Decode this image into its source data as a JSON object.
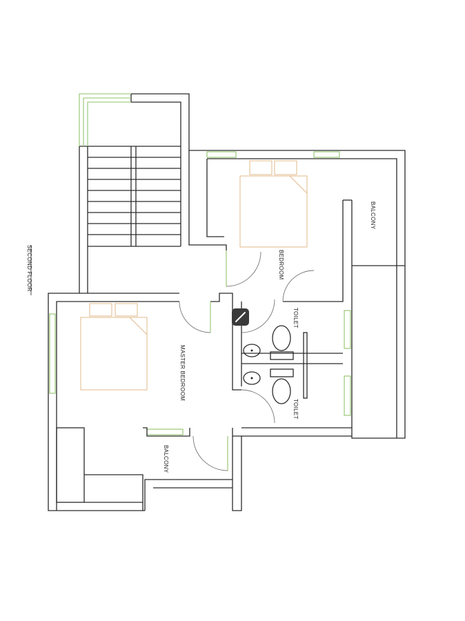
{
  "drawing": {
    "title": "SECOND FLOOR",
    "rooms": {
      "bedroom": "BEDROOM",
      "master_bedroom": "MASTER BEDROOM",
      "balcony_right": "BALCONY",
      "balcony_bottom": "BALCONY",
      "toilet_top": "TOILET",
      "toilet_bottom": "TOILET"
    },
    "colors": {
      "wall": "#2a2a2a",
      "window": "#8fc26a",
      "furniture": "#e2b98a"
    },
    "edit_icon": "pencil-icon"
  }
}
